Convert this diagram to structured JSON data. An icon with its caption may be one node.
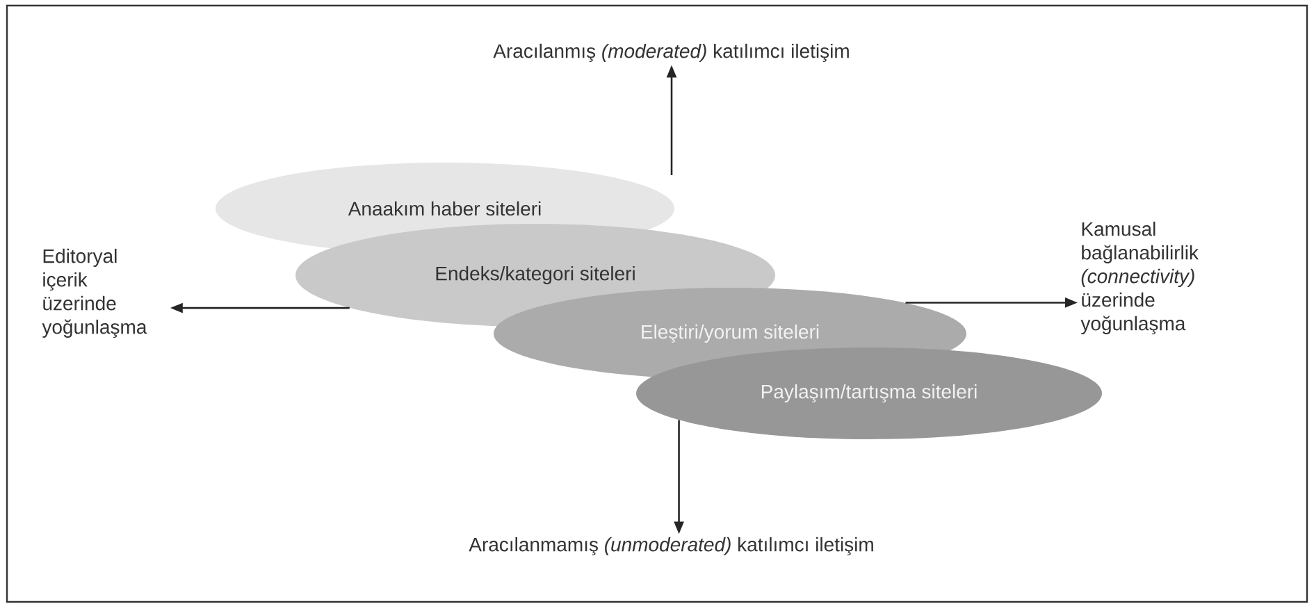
{
  "diagram": {
    "nodes": [
      {
        "text": [
          "Aracılanmış *(moderated)* katılımcı iletişim"
        ]
      },
      {
        "text": [
          "Editoryal içerik üzerinde yoğunlaşma"
        ]
      },
      {
        "text": [
          "Kamusal bağlanabilirlik *(connectivity)* üzerinde yoğunlaşma"
        ]
      },
      {
        "text": [
          "Anaakım haber siteleri"
        ]
      },
      {
        "text": [
          "Endeks/kategori siteleri"
        ]
      },
      {
        "text": [
          "Eleştiri/yorum siteleri"
        ]
      },
      {
        "text": [
          "Paylaşım/tartışma siteleri"
        ]
      },
      {
        "text": [
          "Aracılanmamış *(unmoderated)* katılımcı iletişim"
        ]
      }
    ],
    "edges": [
      {
        "from": null,
        "to": 0,
        "arrow": "to"
      },
      {
        "from": 4,
        "to": 1,
        "arrow": "to"
      },
      {
        "from": 5,
        "to": 2,
        "arrow": "to"
      },
      {
        "from": 6,
        "to": 7,
        "arrow": "to"
      }
    ]
  }
}
